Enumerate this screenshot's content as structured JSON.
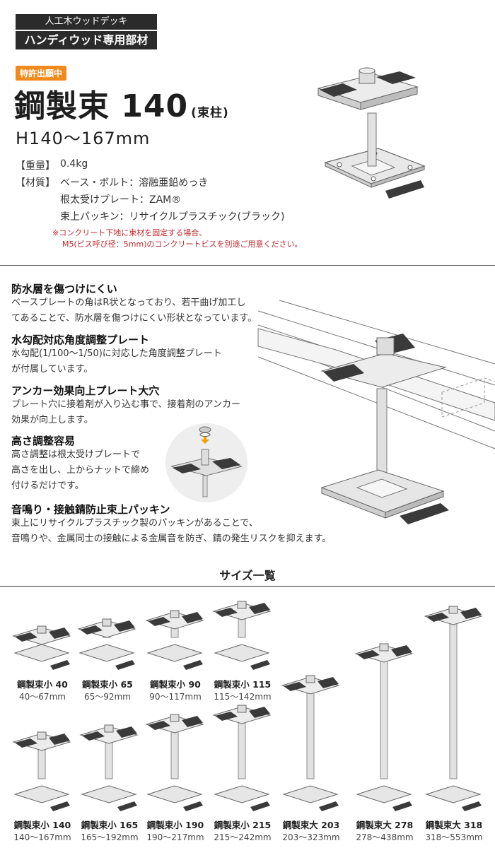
{
  "header": {
    "category": "人工木ウッドデッキ",
    "subcategory": "ハンディウッド専用部材",
    "patent_badge": "特許出願中",
    "product_name": "鋼製束 140",
    "product_suffix": "(束柱)",
    "height_range": "H140〜167mm"
  },
  "specs": {
    "weight_label": "【重量】",
    "weight_value": "0.4kg",
    "material_label": "【材質】",
    "material_1": "ベース・ボルト：溶融亜鉛めっき",
    "material_2": "根太受けプレート：ZAM®",
    "material_3": "束上パッキン：リサイクルプラスチック(ブラック)",
    "note_1": "※コンクリート下地に束材を固定する場合、",
    "note_2": "M5(ビス呼び径：5mm)のコンクリートビスを別途ご用意ください。"
  },
  "features": [
    {
      "title": "防水層を傷つけにくい",
      "line1": "ベースプレートの角はR状となっており、若干曲げ加工し",
      "line2": "てあることで、防水層を傷つけにくい形状となっています。"
    },
    {
      "title": "水勾配対応角度調整プレート",
      "line1": "水勾配(1/100〜1/50)に対応した角度調整プレート",
      "line2": "が付属しています。"
    },
    {
      "title": "アンカー効果向上プレート大穴",
      "line1": "プレート穴に接着剤が入り込む事で、接着剤のアンカー",
      "line2": "効果が向上します。"
    },
    {
      "title": "高さ調整容易",
      "line1": "高さ調整は根太受けプレートで",
      "line2": "高さを出し、上からナットで締め",
      "line3": "付けるだけです。"
    },
    {
      "title": "音鳴り・接触錆防止束上パッキン",
      "line1": "束上にリサイクルプラスチック製のパッキンがあることで、",
      "line2": "音鳴りや、金属同士の接触による金属音を防ぎ、錆の発生リスクを抑えます。"
    }
  ],
  "size_section_title": "サイズ一覧",
  "products_row1": [
    {
      "name": "鋼製束小 40",
      "range": "40〜67mm"
    },
    {
      "name": "鋼製束小 65",
      "range": "65〜92mm"
    },
    {
      "name": "鋼製束小 90",
      "range": "90〜117mm"
    },
    {
      "name": "鋼製束小 115",
      "range": "115〜142mm"
    }
  ],
  "products_row2": [
    {
      "name": "鋼製束小 140",
      "range": "140〜167mm"
    },
    {
      "name": "鋼製束小 165",
      "range": "165〜192mm"
    },
    {
      "name": "鋼製束小 190",
      "range": "190〜217mm"
    },
    {
      "name": "鋼製束小 215",
      "range": "215〜242mm"
    },
    {
      "name": "鋼製束大 203",
      "range": "203〜323mm"
    },
    {
      "name": "鋼製束大 278",
      "range": "278〜438mm"
    },
    {
      "name": "鋼製束大 318",
      "range": "318〜553mm"
    }
  ],
  "colors": {
    "dark_band": "#2b2b2b",
    "badge": "#f08a1c",
    "note": "#c0272d",
    "arrow": "#f2a000"
  }
}
